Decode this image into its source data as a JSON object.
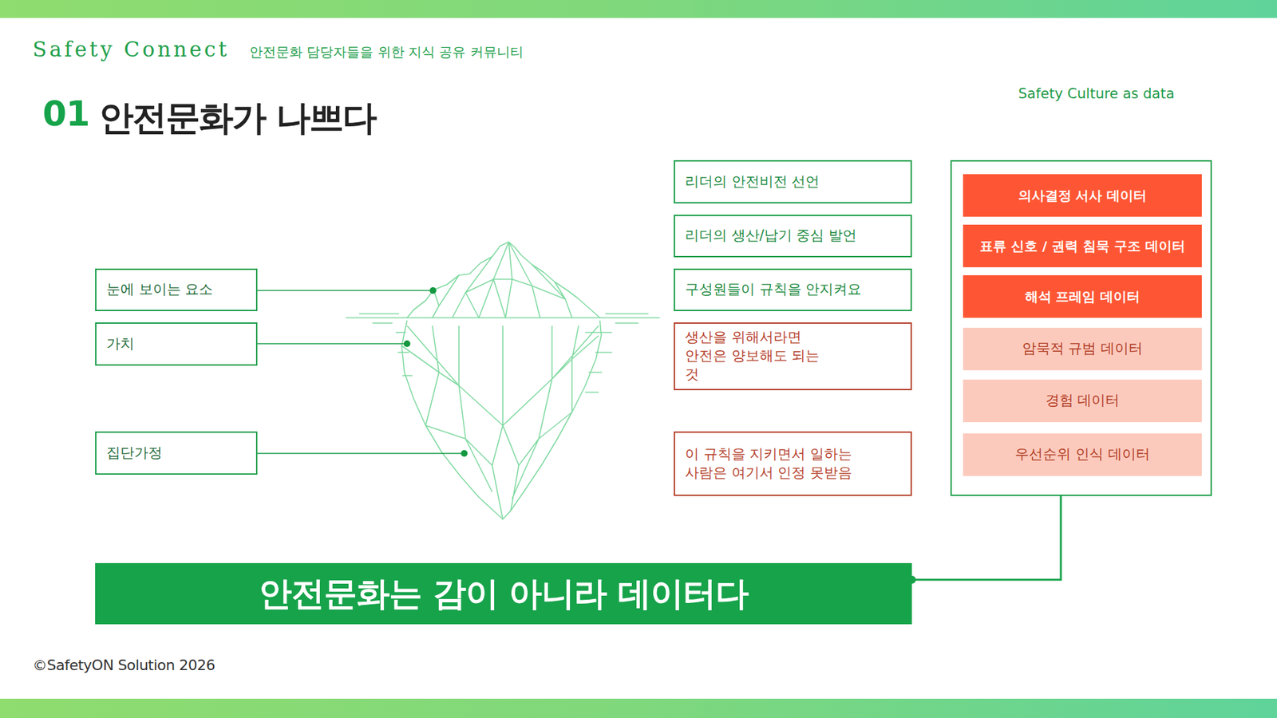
{
  "diagram": {
    "title": "안전문화가 나쁘다",
    "nodes": [
      {
        "text": [
          "눈에 보이는 요소"
        ]
      },
      {
        "text": [
          "가치"
        ]
      },
      {
        "text": [
          "집단가정"
        ]
      },
      {
        "text": [
          "리더의 안전비전 선언"
        ]
      },
      {
        "text": [
          "리더의 생산/납기 중심 발언"
        ]
      },
      {
        "text": [
          "구성원들이 규칙을 안지켜요"
        ]
      },
      {
        "text": [
          "생산을 위해서라면 안전은 양보해도 되는 것"
        ]
      },
      {
        "text": [
          "이 규칙을 지키면서 일하는 사람은 여기서 인정 못받음"
        ]
      },
      {
        "text": [
          "Safety Culture as data"
        ]
      },
      {
        "text": [
          "의사결정 서사 데이터"
        ],
        "in": 8
      },
      {
        "text": [
          "표류 신호 / 권력 침묵 구조 데이터"
        ],
        "in": 8
      },
      {
        "text": [
          "해석 프레임 데이터"
        ],
        "in": 8
      },
      {
        "text": [
          "암묵적 규범 데이터"
        ],
        "in": 8
      },
      {
        "text": [
          "경험 데이터"
        ],
        "in": 8
      },
      {
        "text": [
          "우선순위 인식 데이터"
        ],
        "in": 8
      },
      {
        "text": [
          "안전문화는 감이 아니라 데이터다"
        ]
      }
    ],
    "edges": [
      {
        "from": 15,
        "to": 8,
        "arrow": "none"
      }
    ],
    "labels": [
      "Safety Connect",
      "안전문화 담당자들을 위한 지식 공유 커뮤니티",
      "01",
      "©SafetyON Solution 2026"
    ]
  }
}
